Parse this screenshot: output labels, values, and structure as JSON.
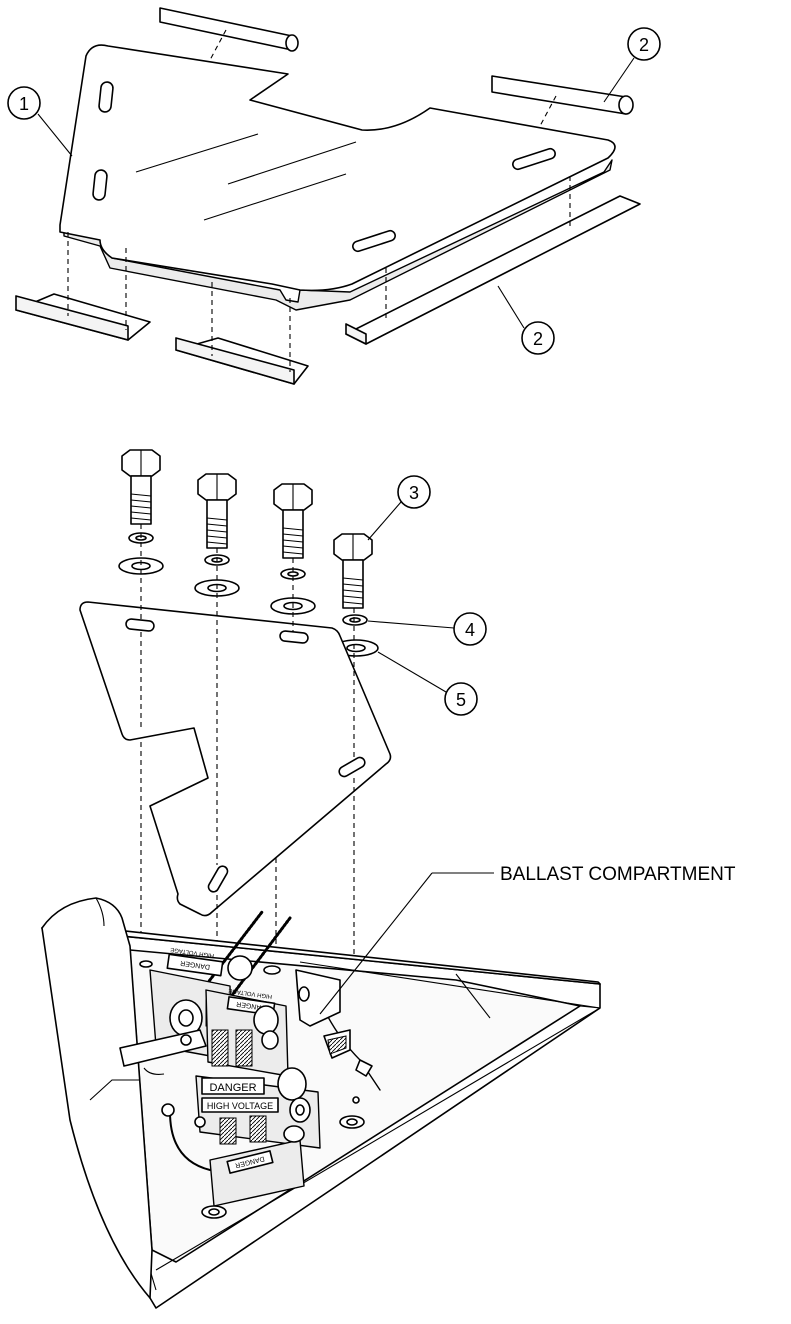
{
  "callouts": {
    "c1": "1",
    "c2a": "2",
    "c2b": "2",
    "c3": "3",
    "c4": "4",
    "c5": "5"
  },
  "labels": {
    "ballast": "BALLAST COMPARTMENT",
    "danger_1": "DANGER",
    "high_voltage_1": "HIGH VOLTAGE",
    "danger_2": "DANGER",
    "high_voltage_2": "HIGH VOLTAGE",
    "danger_3": "DANGER",
    "high_voltage_3": "HIGH VOLTAGE",
    "danger_4": "DANGER"
  }
}
